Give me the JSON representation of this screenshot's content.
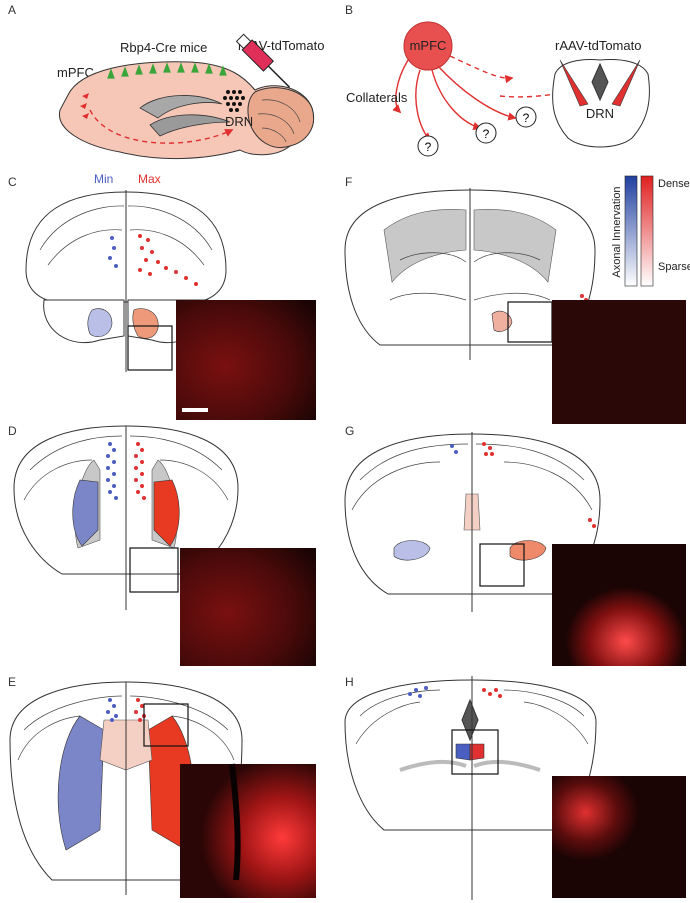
{
  "colors": {
    "min": "#4a5fc1",
    "max": "#e03030",
    "fluor_dark": "#1a0606",
    "fluor_mid": "#5a1010",
    "fluor_bright": "#ff3030",
    "brain": "#f6c7b7",
    "cerebellum": "#e9a88b",
    "dense": "#e02020",
    "sparse": "#ffffff",
    "dense_blue": "#2040a0"
  },
  "panels": {
    "A": {
      "letter": "A",
      "title": "Rbp4-Cre mice",
      "region_left": "mPFC",
      "virus": "rAAV-tdTomato",
      "region_target": "DRN"
    },
    "B": {
      "letter": "B",
      "source": "mPFC",
      "virus": "rAAV-tdTomato",
      "collaterals": "Collaterals",
      "target": "DRN",
      "unknown": "?"
    },
    "C": {
      "letter": "C",
      "min_label": "Min",
      "max_label": "Max"
    },
    "D": {
      "letter": "D"
    },
    "E": {
      "letter": "E"
    },
    "F": {
      "letter": "F",
      "legend_axis": "Axonal Innervation",
      "legend_top": "Dense",
      "legend_bottom": "Sparse"
    },
    "G": {
      "letter": "G"
    },
    "H": {
      "letter": "H"
    }
  }
}
